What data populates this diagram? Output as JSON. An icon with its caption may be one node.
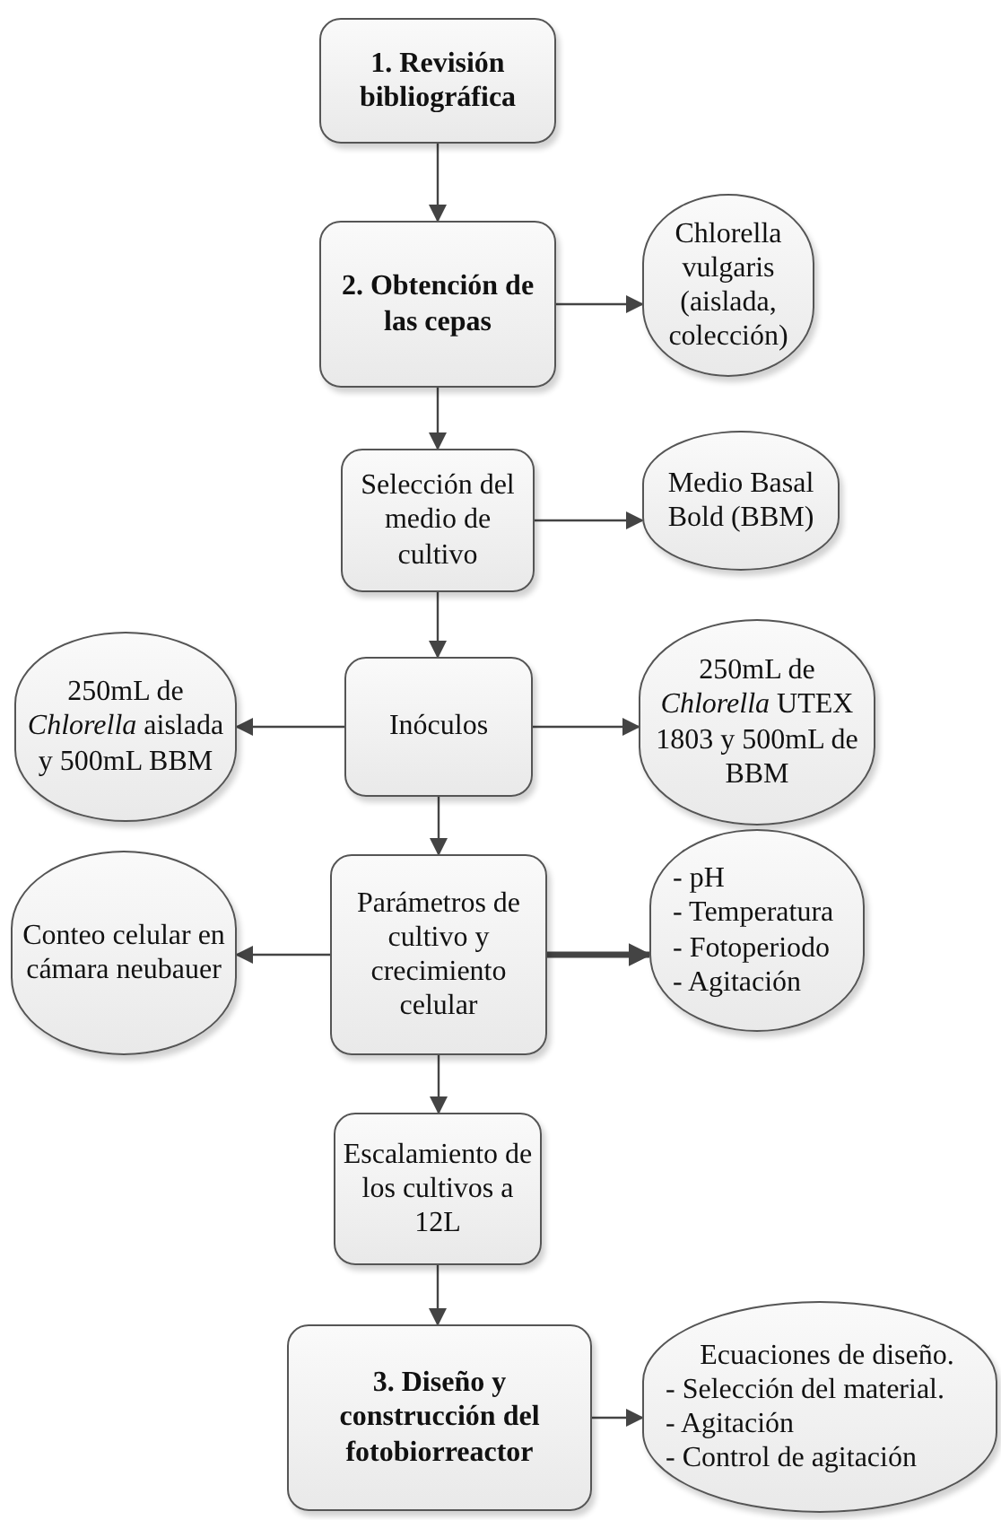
{
  "diagram": {
    "nodes": [
      {
        "text": [
          "1. Revisión bibliográfica"
        ]
      },
      {
        "text": [
          "2. Obtención de las cepas"
        ]
      },
      {
        "text": [
          "Chlorella vulgaris (aislada, colección)"
        ]
      },
      {
        "text": [
          "Selección del medio de cultivo"
        ]
      },
      {
        "text": [
          "Medio Basal Bold (BBM)"
        ]
      },
      {
        "text": [
          "Inóculos"
        ]
      },
      {
        "text": [
          "250mL de *Chlorella* aislada y 500mL BBM"
        ]
      },
      {
        "text": [
          "250mL de *Chlorella* UTEX 1803 y 500mL de BBM"
        ]
      },
      {
        "text": [
          "Parámetros de cultivo y crecimiento celular"
        ]
      },
      {
        "text": [
          "Conteo celular en cámara neubauer"
        ]
      },
      {
        "text": [
          "- pH",
          "- Temperatura",
          "- Fotoperiodo",
          "- Agitación"
        ]
      },
      {
        "text": [
          "Escalamiento de los cultivos a 12L"
        ]
      },
      {
        "text": [
          "3. Diseño y construcción del fotobiorreactor"
        ]
      },
      {
        "text": [
          "Ecuaciones de diseño.",
          "- Selección del material.",
          "- Agitación",
          "- Control de agitación"
        ]
      }
    ],
    "edges": [
      {
        "from": 0,
        "to": 1,
        "arrow": "to"
      },
      {
        "from": 1,
        "to": 2,
        "arrow": "to"
      },
      {
        "from": 1,
        "to": 3,
        "arrow": "to"
      },
      {
        "from": 3,
        "to": 4,
        "arrow": "to"
      },
      {
        "from": 3,
        "to": 5,
        "arrow": "to"
      },
      {
        "from": 5,
        "to": 6,
        "arrow": "to"
      },
      {
        "from": 5,
        "to": 7,
        "arrow": "to"
      },
      {
        "from": 5,
        "to": 8,
        "arrow": "to"
      },
      {
        "from": 8,
        "to": 9,
        "arrow": "to"
      },
      {
        "from": 8,
        "to": 10,
        "arrow": "to",
        "style": "thick"
      },
      {
        "from": 8,
        "to": 11,
        "arrow": "to"
      },
      {
        "from": 11,
        "to": 12,
        "arrow": "to"
      },
      {
        "from": 12,
        "to": 13,
        "arrow": "to"
      }
    ]
  }
}
